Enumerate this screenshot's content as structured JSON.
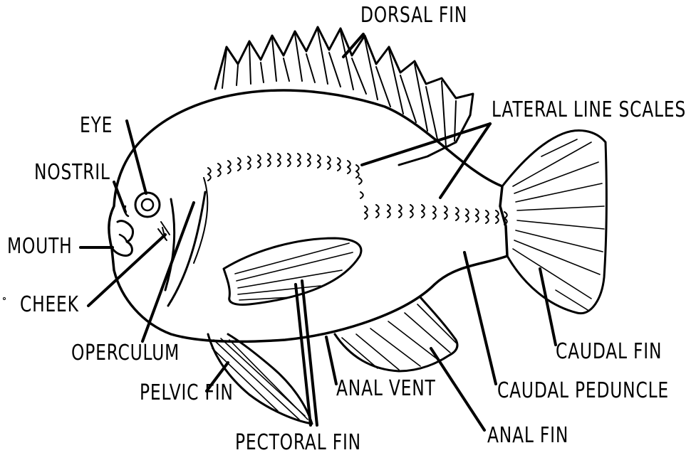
{
  "labels": {
    "dorsal_fin": "DORSAL FIN",
    "lateral_line_scales": "LATERAL LINE SCALES",
    "eye": "EYE",
    "nostril": "NOSTRIL",
    "mouth": "MOUTH",
    "cheek": "CHEEK",
    "operculum": "OPERCULUM",
    "pelvic_fin": "PELVIC FIN",
    "pectoral_fin": "PECTORAL FIN",
    "anal_vent": "ANAL VENT",
    "caudal_peduncle": "CAUDAL PEDUNCLE",
    "anal_fin": "ANAL FIN",
    "caudal_fin": "CAUDAL FIN"
  }
}
